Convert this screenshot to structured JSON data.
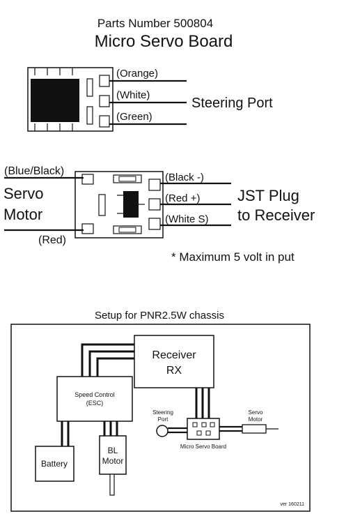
{
  "header": {
    "parts_number": "Parts Number 500804",
    "board_title": "Micro Servo Board"
  },
  "top_board": {
    "wires": [
      "(Orange)",
      "(White)",
      "(Green)"
    ],
    "port_label": "Steering Port"
  },
  "mid_board": {
    "left_wire_top": "(Blue/Black)",
    "left_wire_bottom": "(Red)",
    "servo_label_line1": "Servo",
    "servo_label_line2": "Motor",
    "right_wires": [
      "(Black -)",
      "(Red +)",
      "(White S)"
    ],
    "jst_label_line1": "JST Plug",
    "jst_label_line2": "to Receiver",
    "note": "* Maximum 5 volt in put"
  },
  "setup": {
    "title": "Setup for PNR2.5W chassis",
    "receiver_line1": "Receiver",
    "receiver_line2": "RX",
    "esc_line1": "Speed Control",
    "esc_line2": "(ESC)",
    "battery": "Battery",
    "bl_motor_line1": "BL",
    "bl_motor_line2": "Motor",
    "steering_port_line1": "Steering",
    "steering_port_line2": "Port",
    "servo_motor_line1": "Servo",
    "servo_motor_line2": "Motor",
    "micro_servo_board": "Micro Servo Board",
    "version": "ver 160211"
  }
}
